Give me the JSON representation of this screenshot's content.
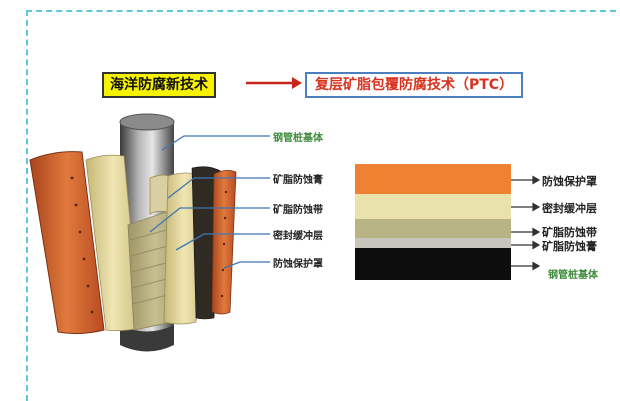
{
  "header": {
    "left_title": "海洋防腐新技术",
    "right_title": "复层矿脂包覆防腐技术（PTC）"
  },
  "figure_labels": {
    "steel_pile": "钢管桩基体",
    "paste": "矿脂防蚀膏",
    "tape": "矿脂防蚀带",
    "buffer": "密封缓冲层",
    "cover": "防蚀保护罩"
  },
  "layers": [
    {
      "label": "防蚀保护罩",
      "color": "#ef8232"
    },
    {
      "label": "密封缓冲层",
      "color": "#eae2ad"
    },
    {
      "label": "矿脂防蚀带",
      "color": "#b9b486"
    },
    {
      "label": "矿脂防蚀膏",
      "color": "#c8c6bc"
    },
    {
      "label": "钢管桩基体",
      "color": "#0d0d0d"
    }
  ],
  "layer_label_colors": [
    "#222222",
    "#222222",
    "#222222",
    "#222222",
    "#3f8a3a"
  ],
  "colors": {
    "dash": "#5ec9d6",
    "title_bg": "#f7f200",
    "title_red": "#d9321f",
    "title_border_blue": "#4c7fbe",
    "arrow_red": "#c9261b",
    "leader_blue": "#3f74b5"
  }
}
